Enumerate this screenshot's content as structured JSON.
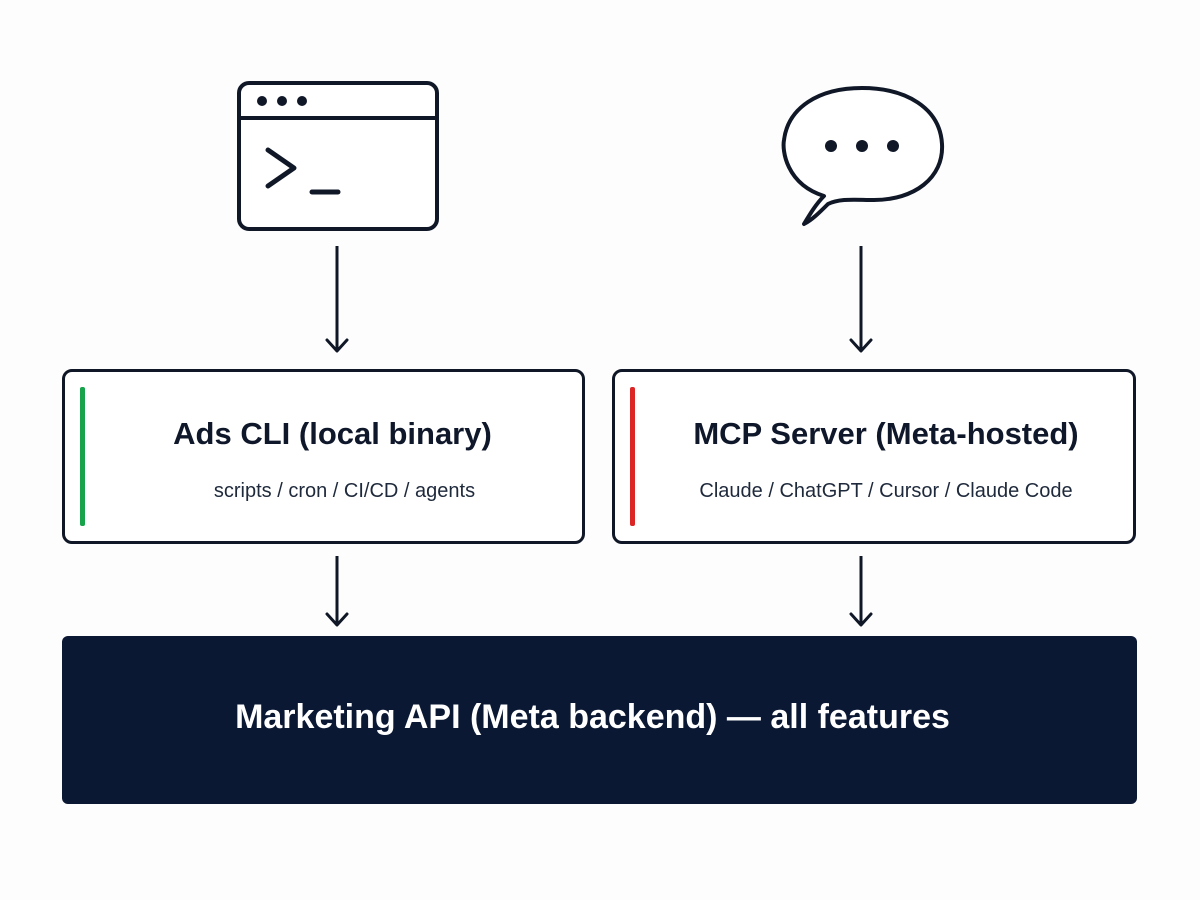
{
  "colors": {
    "stroke": "#101828",
    "cli_accent": "#16a34a",
    "mcp_accent": "#dc2626",
    "api_background": "#0b1833",
    "api_text": "#ffffff"
  },
  "icons": {
    "cli": "terminal-window-icon",
    "mcp": "chat-bubble-icon"
  },
  "cli": {
    "title": "Ads CLI (local binary)",
    "subtitle": "scripts / cron / CI/CD / agents"
  },
  "mcp": {
    "title": "MCP Server (Meta-hosted)",
    "subtitle": "Claude / ChatGPT / Cursor / Claude Code"
  },
  "api": {
    "label": "Marketing API (Meta backend) — all features"
  }
}
